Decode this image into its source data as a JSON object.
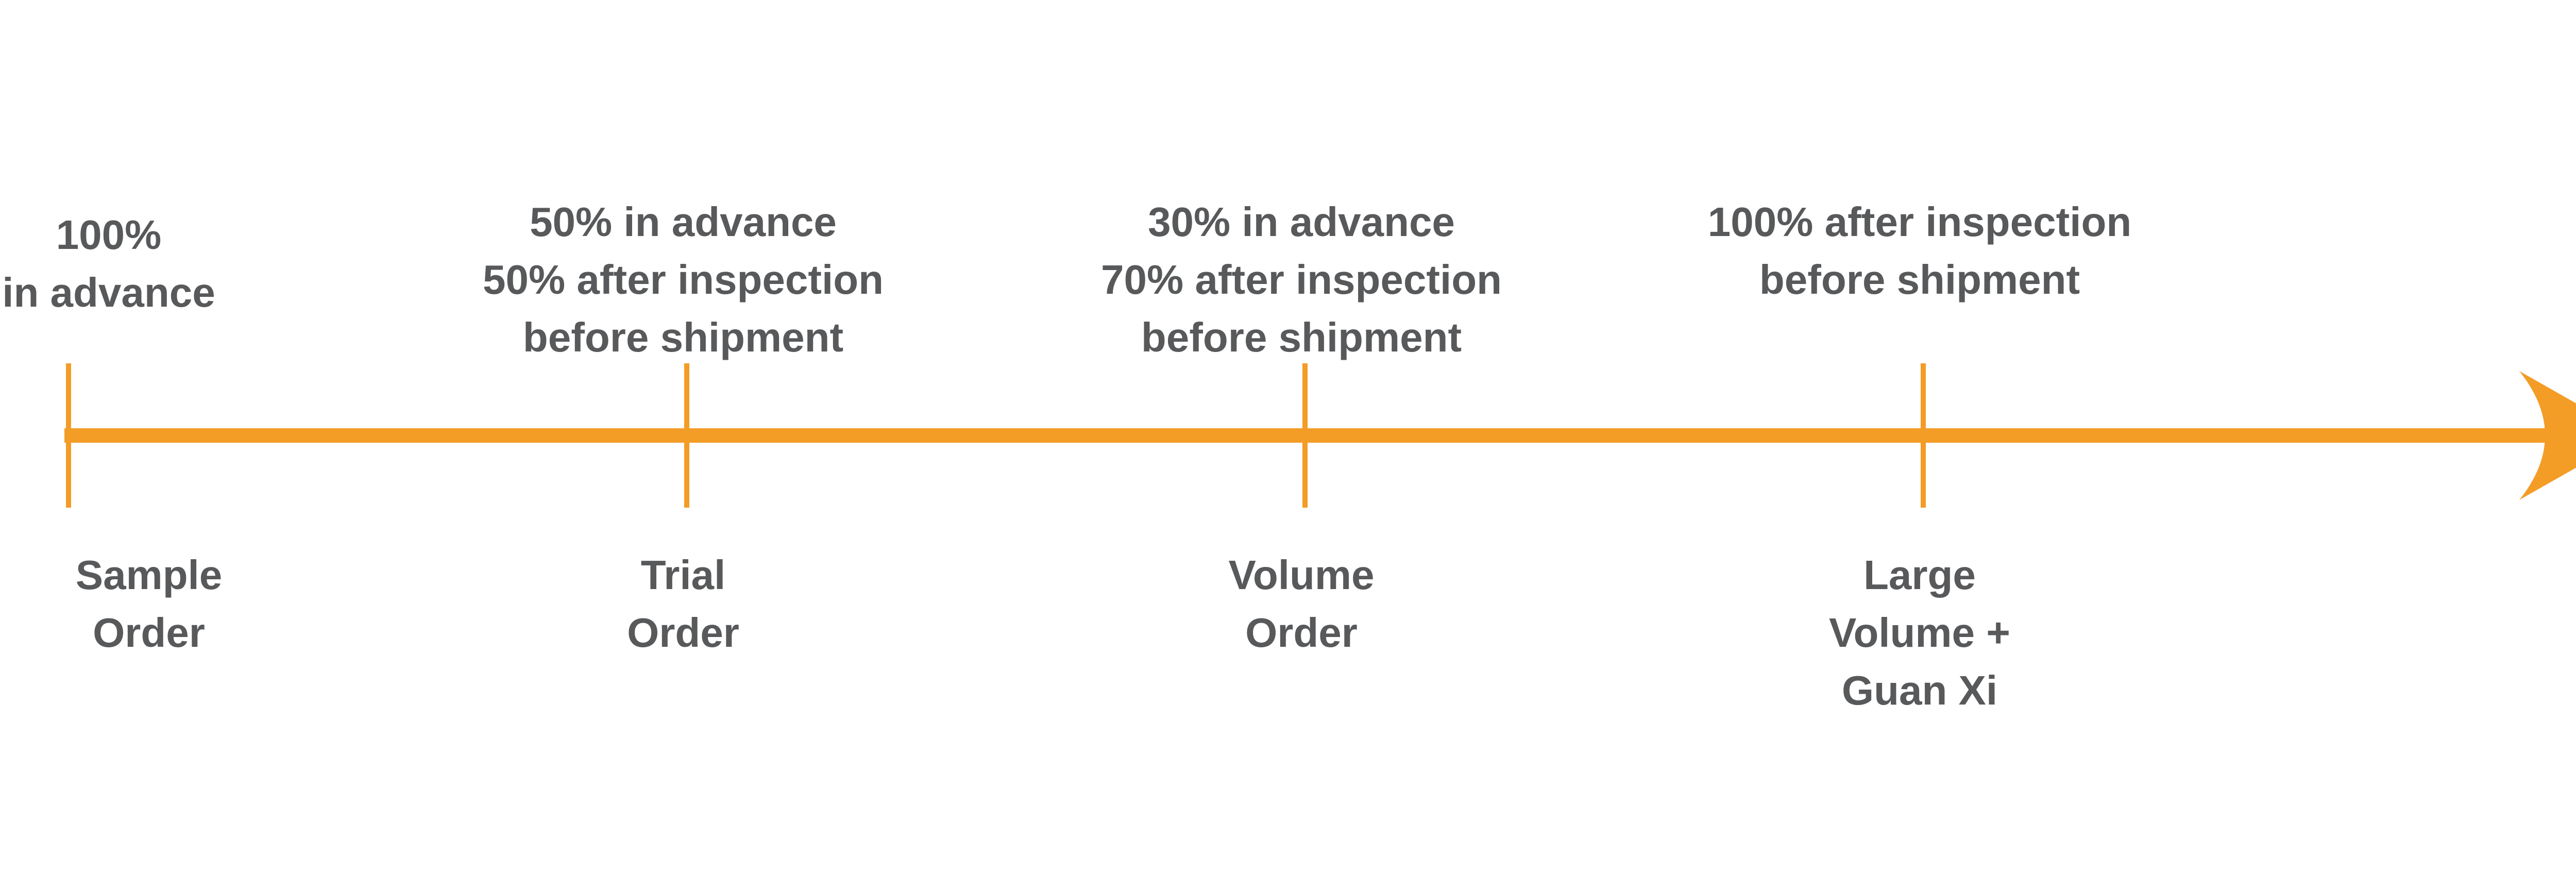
{
  "timeline": {
    "accent_color": "#f39c26",
    "text_color": "#58595b",
    "arrow_direction": "right",
    "milestones": [
      {
        "payment_terms": [
          "100%",
          "in advance"
        ],
        "order_type": [
          "Sample",
          "Order"
        ]
      },
      {
        "payment_terms": [
          "50% in advance",
          "50% after inspection",
          "before shipment"
        ],
        "order_type": [
          "Trial",
          "Order"
        ]
      },
      {
        "payment_terms": [
          "30% in advance",
          "70% after inspection",
          "before shipment"
        ],
        "order_type": [
          "Volume",
          "Order"
        ]
      },
      {
        "payment_terms": [
          "100% after inspection",
          "before shipment"
        ],
        "order_type": [
          "Large",
          "Volume +",
          "Guan Xi"
        ]
      }
    ]
  }
}
